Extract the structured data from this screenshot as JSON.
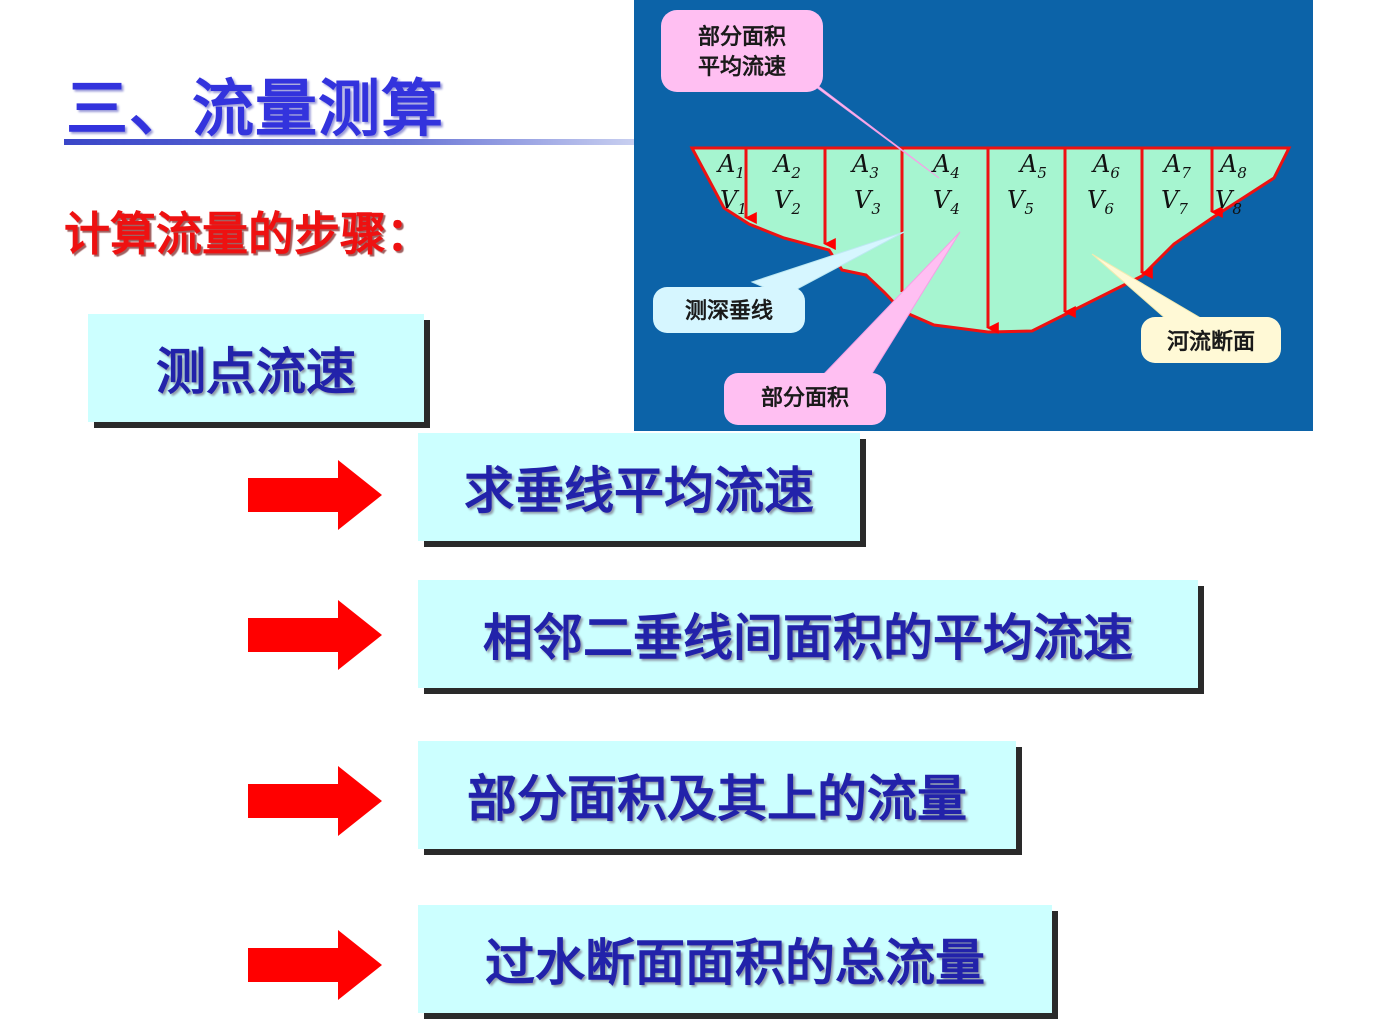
{
  "title": "三、流量测算",
  "subtitle": "计算流量的步骤：",
  "steps": [
    "测点流速",
    "求垂线平均流速",
    "相邻二垂线间面积的平均流速",
    "部分面积及其上的流量",
    "过水断面面积的总流量"
  ],
  "colors": {
    "title": "#3333dd",
    "subtitle": "#ee1111",
    "box_fill": "#ccffff",
    "box_text": "#2222aa",
    "arrow": "#ff0000",
    "diagram_bg": "#0c63a8",
    "section_fill": "#a6f5d0",
    "vertical_line": "#ff0000"
  },
  "diagram": {
    "callouts": {
      "partial_velocity_line1": "部分面积",
      "partial_velocity_line2": "平均流速",
      "sounding_vertical": "测深垂线",
      "partial_area": "部分面积",
      "river_section": "河流断面"
    },
    "areas": [
      {
        "sym": "A",
        "idx": "1"
      },
      {
        "sym": "A",
        "idx": "2"
      },
      {
        "sym": "A",
        "idx": "3"
      },
      {
        "sym": "A",
        "idx": "4"
      },
      {
        "sym": "A",
        "idx": "5"
      },
      {
        "sym": "A",
        "idx": "6"
      },
      {
        "sym": "A",
        "idx": "7"
      },
      {
        "sym": "A",
        "idx": "8"
      }
    ],
    "velocities": [
      {
        "sym": "V",
        "idx": "1"
      },
      {
        "sym": "V",
        "idx": "2"
      },
      {
        "sym": "V",
        "idx": "3"
      },
      {
        "sym": "V",
        "idx": "4"
      },
      {
        "sym": "V",
        "idx": "5"
      },
      {
        "sym": "V",
        "idx": "6"
      },
      {
        "sym": "V",
        "idx": "7"
      },
      {
        "sym": "V",
        "idx": "8"
      }
    ]
  }
}
